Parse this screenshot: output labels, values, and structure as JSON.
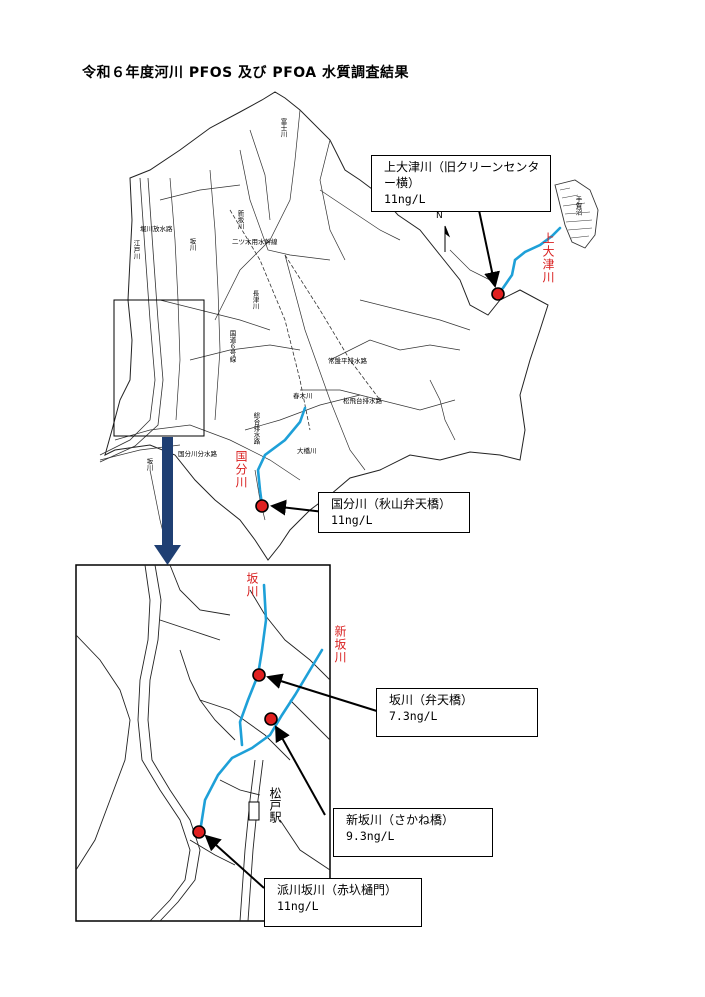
{
  "title": "令和６年度河川 PFOS 及び PFOA 水質調査結果",
  "colors": {
    "river": "#1ea0d8",
    "site": "#e02020",
    "arrow": "#1f3f73",
    "label_red": "#d92020"
  },
  "river_labels": {
    "kami_otsu": "上大津川",
    "kokubun": "国分川",
    "saka_inset": "坂川",
    "shinsaka_inset": "新坂川"
  },
  "map_labels": {
    "fuji": "富士川",
    "saka": "坂川",
    "hori": "堀川放水路",
    "edo": "江戸川",
    "shinsaka": "新坂川",
    "futatsugi": "二ツ木用水幹線",
    "nagatsu": "長津川",
    "kokudo": "国道６号線",
    "joban": "常盤平排水路",
    "haruki": "春木川",
    "matsuhi": "松飛台排水路",
    "sogo": "総合排水路",
    "kokubun_bunsui": "国分川分水路",
    "ohashi": "大橋川",
    "tega": "手賀沼",
    "saka2": "坂川",
    "north": "N"
  },
  "station": "松戸駅",
  "sites": [
    {
      "id": "kamiotsu",
      "name": "上大津川（旧クリーンセンター横）",
      "value": "11ng/L"
    },
    {
      "id": "kokubun",
      "name": "国分川（秋山弁天橋）",
      "value": "11ng/L"
    },
    {
      "id": "saka",
      "name": "坂川（弁天橋）",
      "value": "7.3ng/L"
    },
    {
      "id": "shinsaka",
      "name": "新坂川（さかね橋）",
      "value": "9.3ng/L"
    },
    {
      "id": "hasen",
      "name": "派川坂川（赤圦樋門）",
      "value": "11ng/L"
    }
  ]
}
